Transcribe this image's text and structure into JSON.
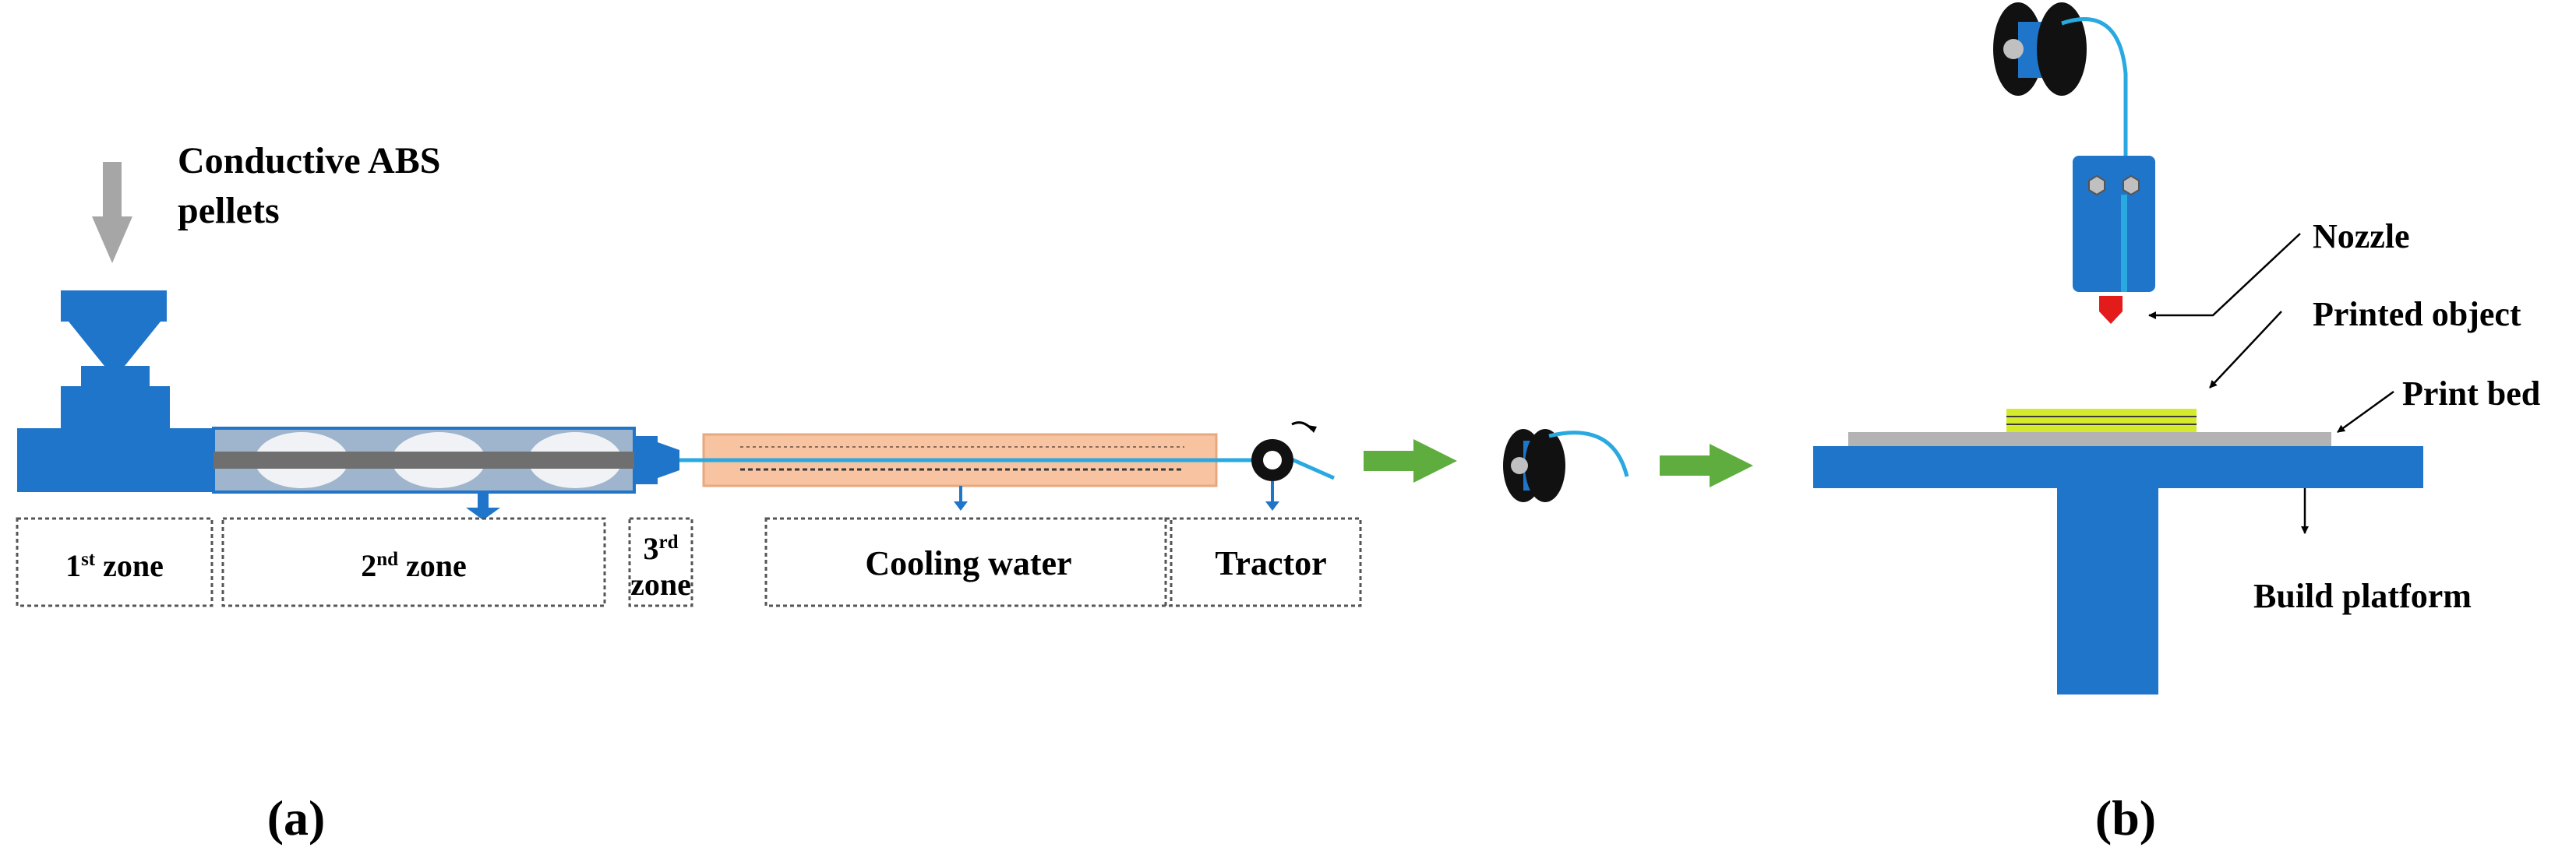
{
  "feed": {
    "label_line1": "Conductive ABS",
    "label_line2": "pellets"
  },
  "zones": [
    {
      "base": "1",
      "sup": "st",
      "rest": " zone"
    },
    {
      "base": "2",
      "sup": "nd",
      "rest": " zone"
    },
    {
      "base": "3",
      "sup": "rd",
      "rest": "zone"
    }
  ],
  "cooling": {
    "label": "Cooling water"
  },
  "tractor": {
    "label": "Tractor"
  },
  "printer": {
    "nozzle": "Nozzle",
    "printed_object": "Printed object",
    "print_bed": "Print bed",
    "build_platform": "Build platform"
  },
  "captions": {
    "a": "(a)",
    "b": "(b)"
  },
  "colors": {
    "machine_blue": "#1f75c9",
    "filament": "#29a9e0",
    "barrel": "#9fb4cd",
    "pellet_gray": "#a6a6a6",
    "cooling_bath": "#f7c3a1",
    "flow_arrow": "#5fad3f",
    "nozzle_tip": "#e31b1b",
    "bed_gray": "#b3b3b3",
    "printed_layers": "#d6ea2c"
  }
}
